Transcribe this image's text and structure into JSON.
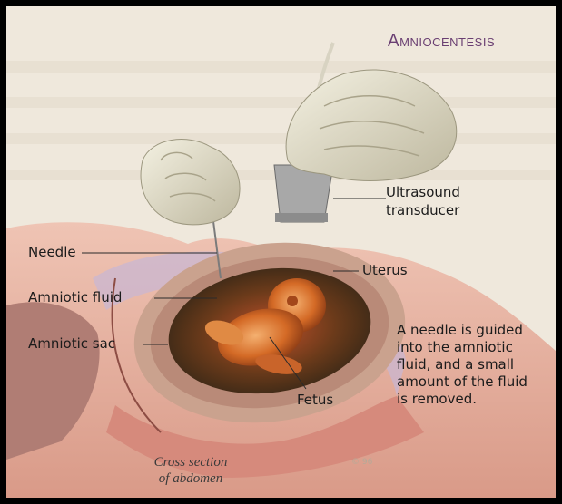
{
  "title": "Amniocentesis",
  "labels": {
    "ultrasound_transducer_line1": "Ultrasound",
    "ultrasound_transducer_line2": "transducer",
    "needle": "Needle",
    "uterus": "Uterus",
    "amniotic_fluid": "Amniotic fluid",
    "amniotic_sac": "Amniotic sac",
    "fetus": "Fetus"
  },
  "description": {
    "line1": "A needle is guided",
    "line2": "into the amniotic",
    "line3": "fluid, and a small",
    "line4": "amount of the fluid",
    "line5": "is removed."
  },
  "caption": {
    "line1": "Cross section",
    "line2": "of abdomen"
  },
  "colors": {
    "frame": "#000000",
    "background": "#efe8dc",
    "title": "#6a3f72",
    "skin": "#e9b6a6",
    "uterus_wall": "#c98b7f",
    "fluid": "#5a3a1e",
    "fetus": "#d9772b",
    "glove": "#e6e2cf"
  }
}
